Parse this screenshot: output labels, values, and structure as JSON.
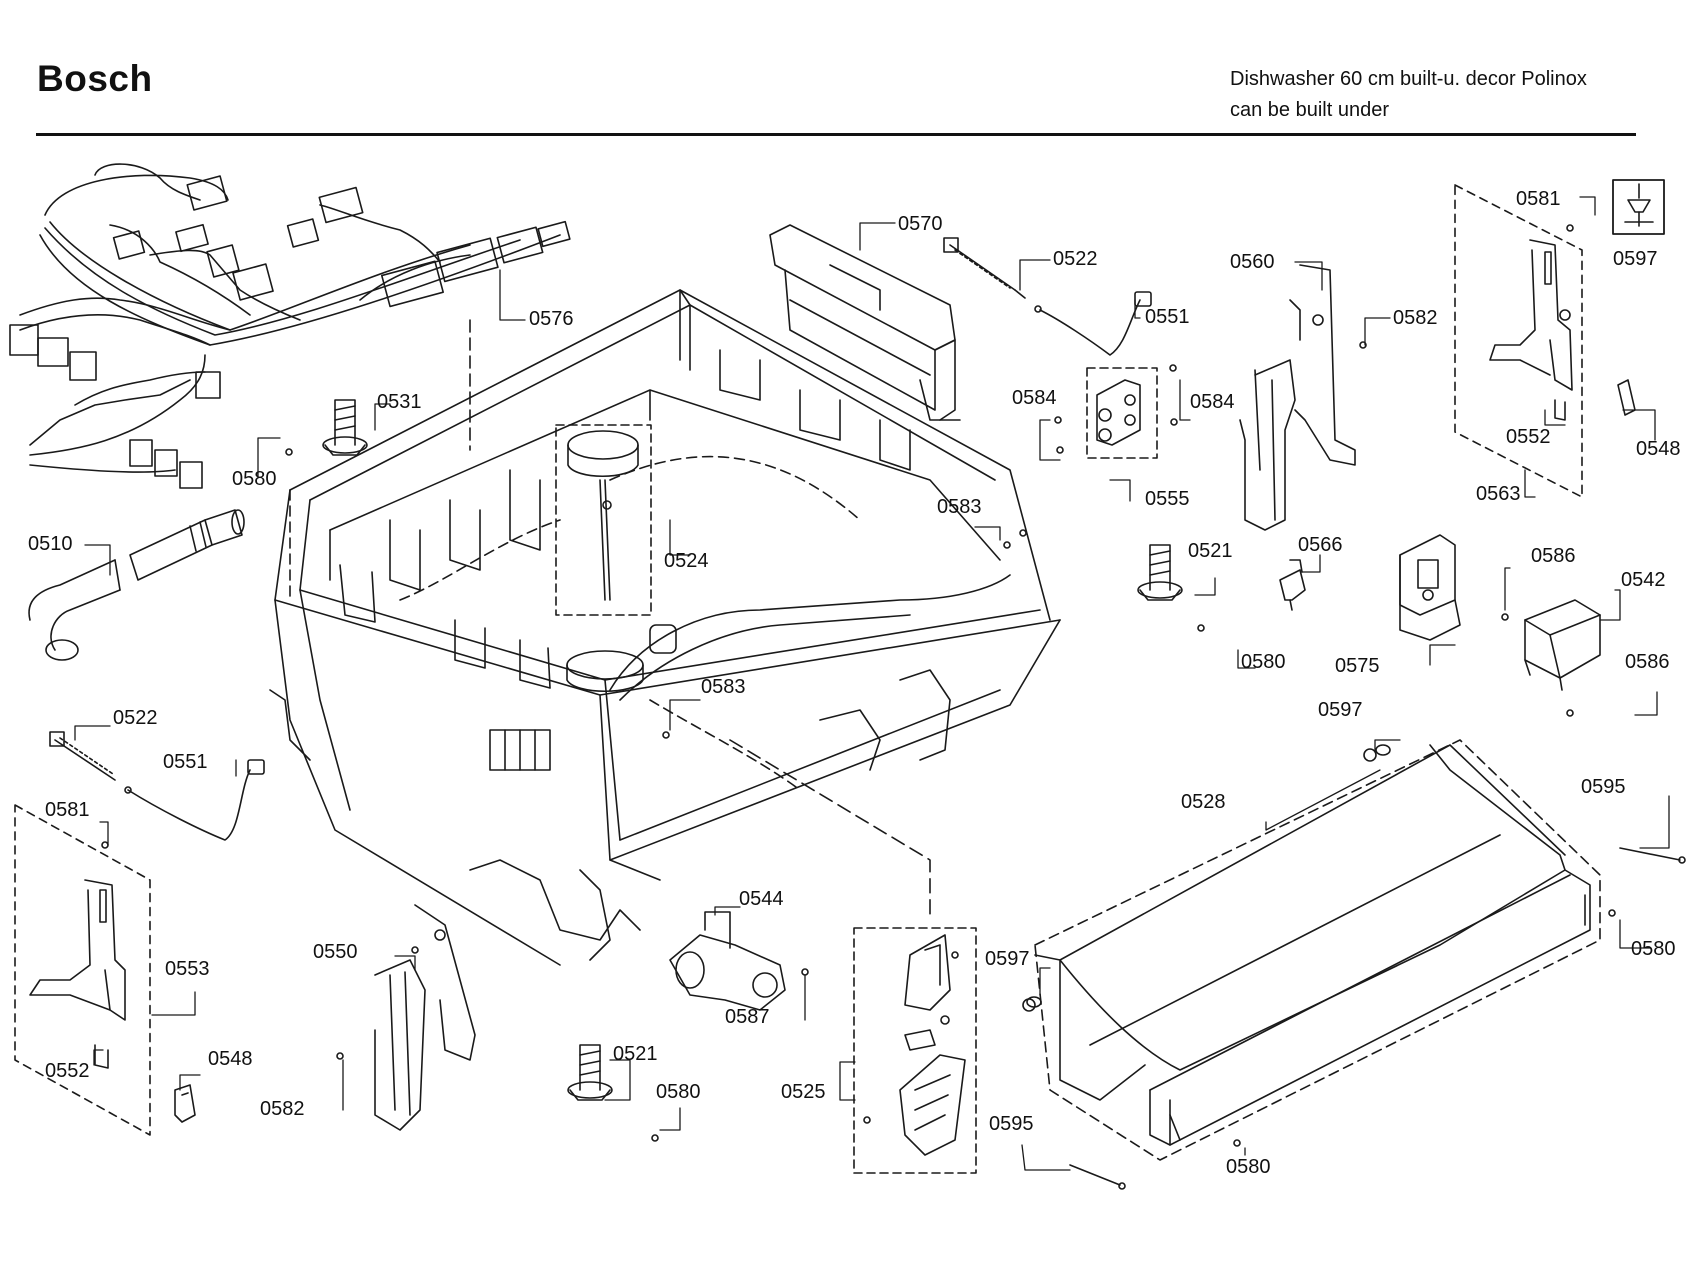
{
  "header": {
    "brand": "Bosch",
    "description_line1": "Dishwasher 60 cm built-u. decor Polinox",
    "description_line2": "can be built under"
  },
  "parts": [
    {
      "id": "p0570",
      "label": "0570"
    },
    {
      "id": "p0522a",
      "label": "0522"
    },
    {
      "id": "p0560",
      "label": "0560"
    },
    {
      "id": "p0581a",
      "label": "0581"
    },
    {
      "id": "p0597a",
      "label": "0597"
    },
    {
      "id": "p0551a",
      "label": "0551"
    },
    {
      "id": "p0576",
      "label": "0576"
    },
    {
      "id": "p0582a",
      "label": "0582"
    },
    {
      "id": "p0531",
      "label": "0531"
    },
    {
      "id": "p0584a",
      "label": "0584"
    },
    {
      "id": "p0584b",
      "label": "0584"
    },
    {
      "id": "p0552a",
      "label": "0552"
    },
    {
      "id": "p0548a",
      "label": "0548"
    },
    {
      "id": "p0580a",
      "label": "0580"
    },
    {
      "id": "p0555",
      "label": "0555"
    },
    {
      "id": "p0563",
      "label": "0563"
    },
    {
      "id": "p0583a",
      "label": "0583"
    },
    {
      "id": "p0510",
      "label": "0510"
    },
    {
      "id": "p0524",
      "label": "0524"
    },
    {
      "id": "p0521a",
      "label": "0521"
    },
    {
      "id": "p0566",
      "label": "0566"
    },
    {
      "id": "p0586a",
      "label": "0586"
    },
    {
      "id": "p0542",
      "label": "0542"
    },
    {
      "id": "p0580b",
      "label": "0580"
    },
    {
      "id": "p0575",
      "label": "0575"
    },
    {
      "id": "p0586b",
      "label": "0586"
    },
    {
      "id": "p0583b",
      "label": "0583"
    },
    {
      "id": "p0522b",
      "label": "0522"
    },
    {
      "id": "p0597b",
      "label": "0597"
    },
    {
      "id": "p0551b",
      "label": "0551"
    },
    {
      "id": "p0528",
      "label": "0528"
    },
    {
      "id": "p0595a",
      "label": "0595"
    },
    {
      "id": "p0581b",
      "label": "0581"
    },
    {
      "id": "p0544",
      "label": "0544"
    },
    {
      "id": "p0580c",
      "label": "0580"
    },
    {
      "id": "p0550",
      "label": "0550"
    },
    {
      "id": "p0553",
      "label": "0553"
    },
    {
      "id": "p0597c",
      "label": "0597"
    },
    {
      "id": "p0587",
      "label": "0587"
    },
    {
      "id": "p0548b",
      "label": "0548"
    },
    {
      "id": "p0521b",
      "label": "0521"
    },
    {
      "id": "p0552b",
      "label": "0552"
    },
    {
      "id": "p0525",
      "label": "0525"
    },
    {
      "id": "p0580d",
      "label": "0580"
    },
    {
      "id": "p0582b",
      "label": "0582"
    },
    {
      "id": "p0595b",
      "label": "0595"
    },
    {
      "id": "p0580e",
      "label": "0580"
    }
  ]
}
